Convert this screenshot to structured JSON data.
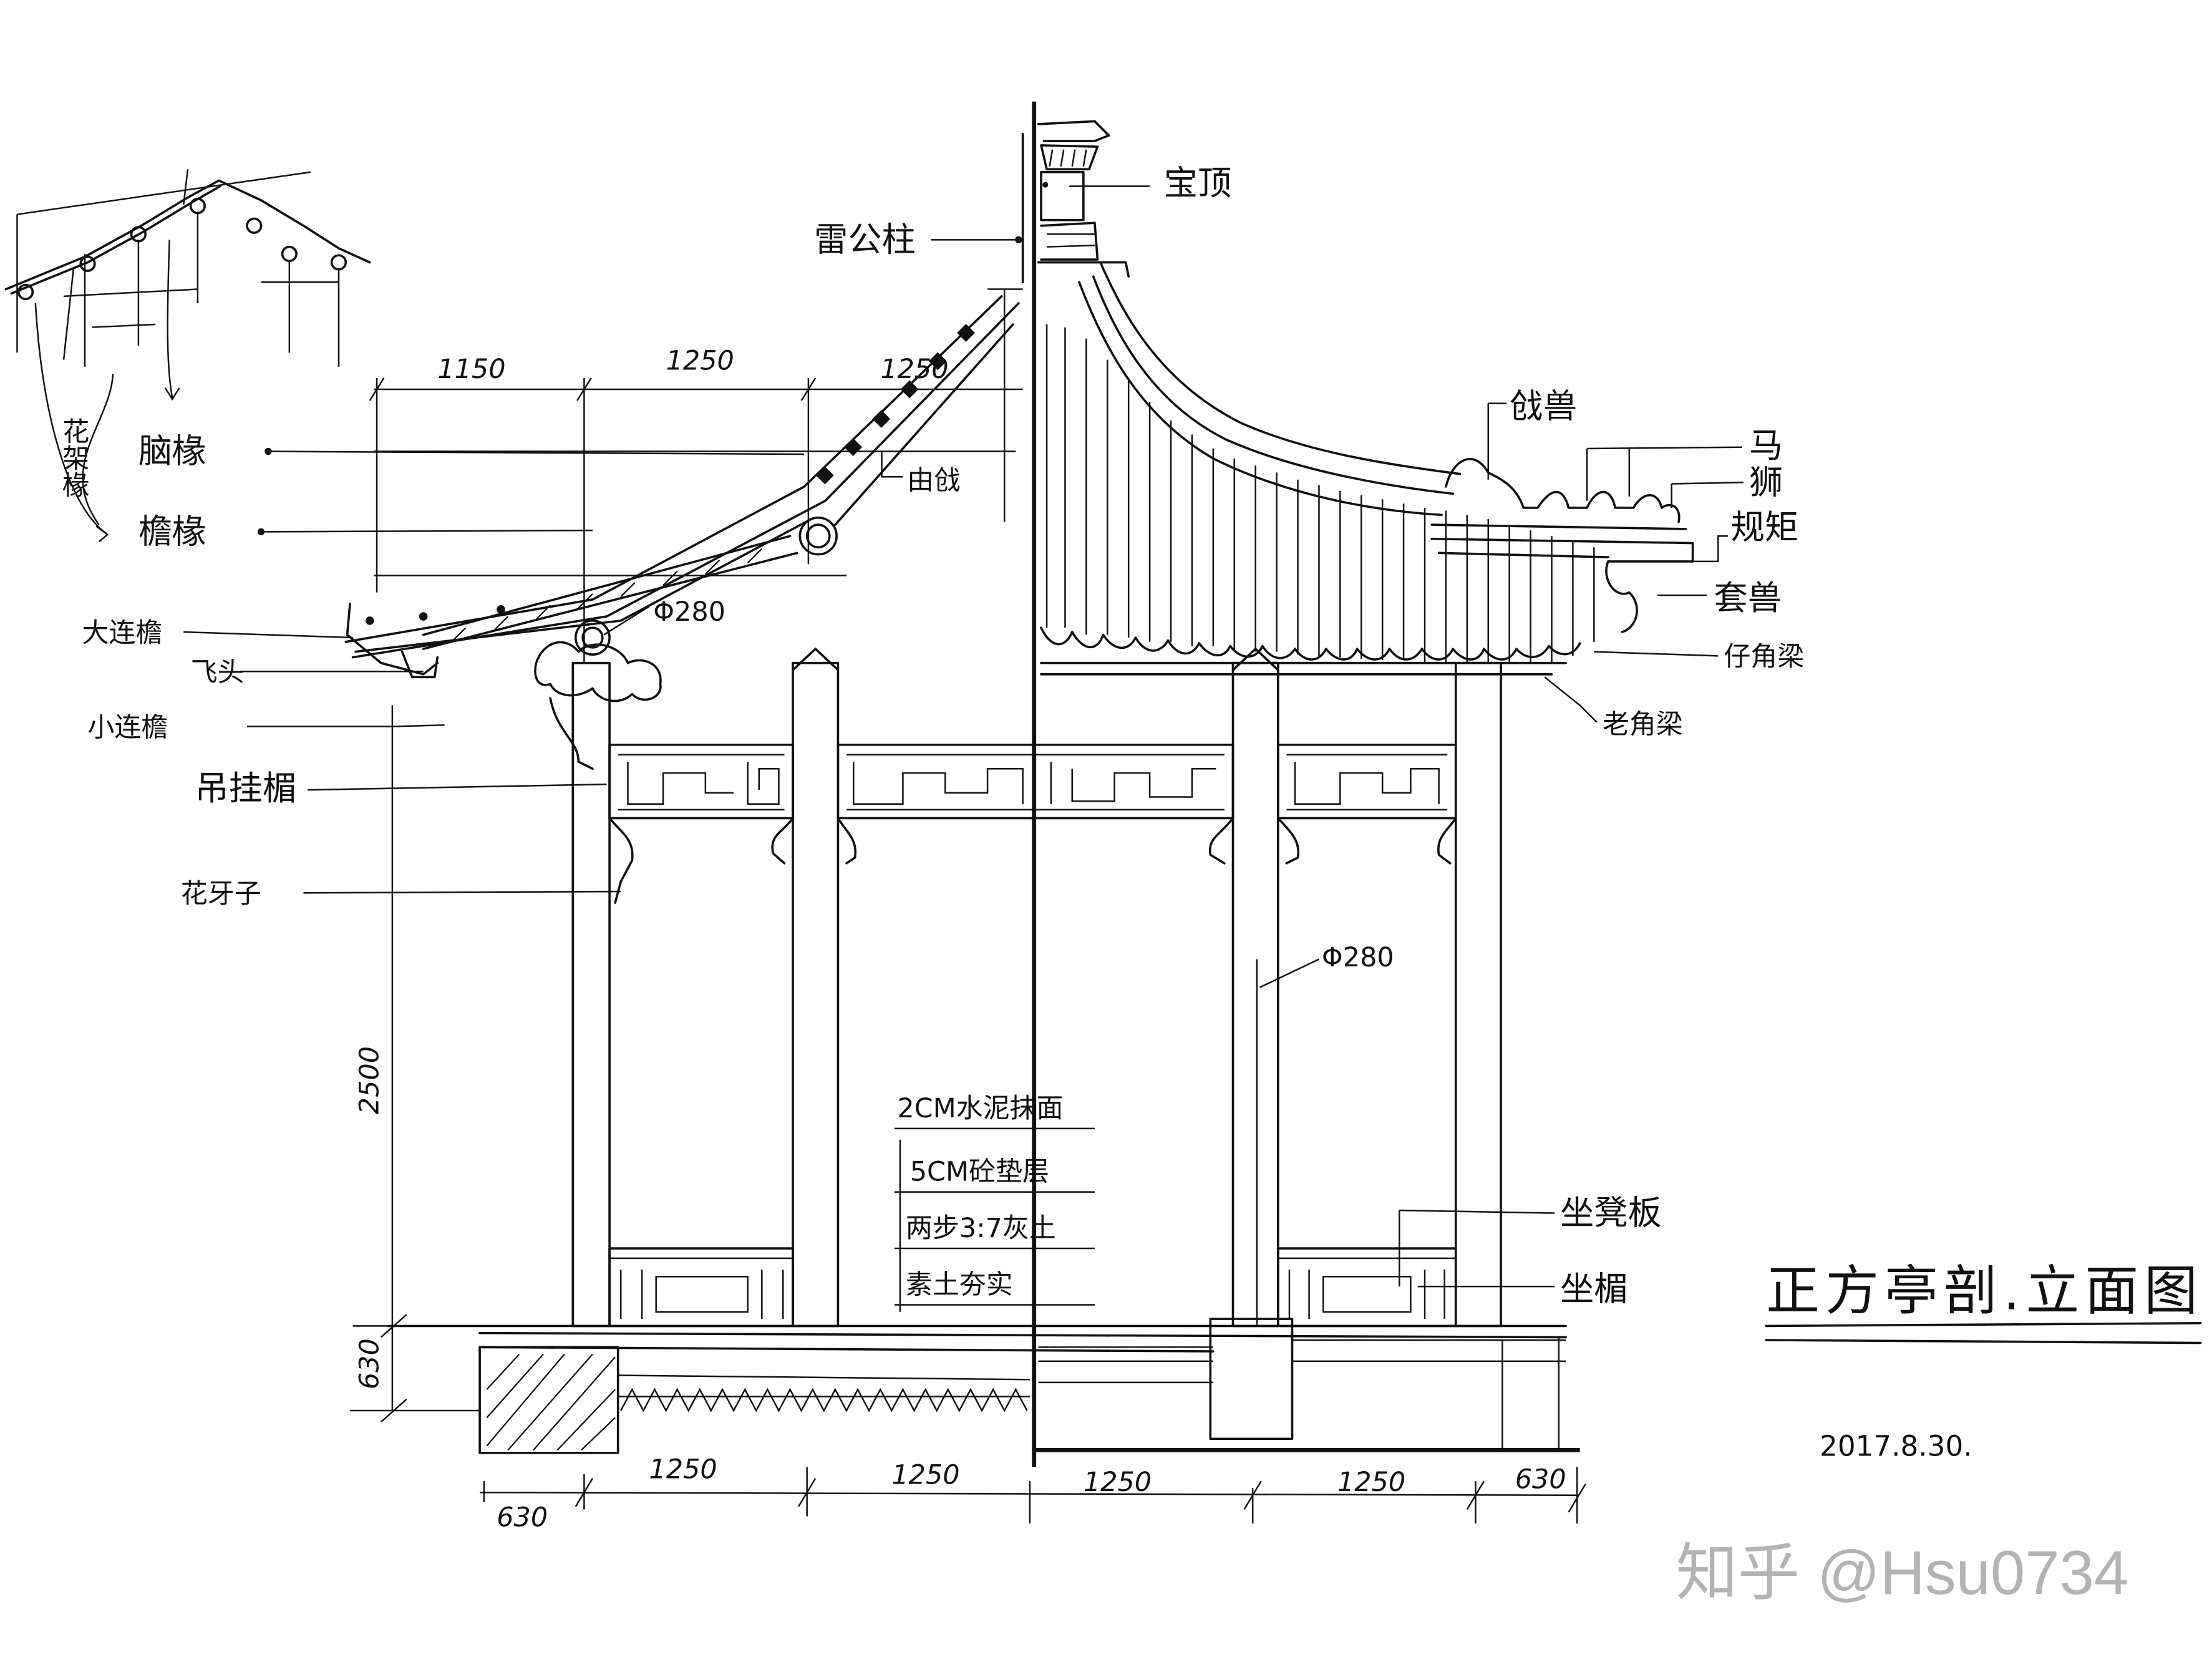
{
  "drawing": {
    "title": "正方亭剖.立面图",
    "date": "2017.8.30.",
    "watermark": "知乎 @Hsu0734",
    "colors": {
      "ink": "#111111",
      "paper": "#ffffff",
      "watermark": "#b3b3b3"
    }
  },
  "labels": {
    "baoding": "宝顶",
    "leigongzhu": "雷公柱",
    "qiangshou": "戗兽",
    "ma": "马",
    "shi": "狮",
    "guiju": "规矩",
    "taoshou": "套兽",
    "zijiaoliang": "仔角梁",
    "laojiaoliang": "老角梁",
    "naochuan": "脑椽",
    "yanchuan": "檐椽",
    "huajiachuan": "花架椽",
    "dalianyan": "大连檐",
    "feitou": "飞头",
    "xiaolianyan": "小连檐",
    "diaoguamei": "吊挂楣",
    "huayazi": "花牙子",
    "youqiang": "由戗",
    "zuodengban": "坐凳板",
    "zuomei": "坐楣",
    "column_dia_upper": "Φ280",
    "column_dia_lower": "Φ280"
  },
  "floor_layers": [
    "2CM水泥抹面",
    "5CM砼垫层",
    "两步3:7灰土",
    "素土夯实"
  ],
  "dimensions": {
    "top": [
      "1150",
      "1250",
      "1250"
    ],
    "bottom": [
      "630",
      "1250",
      "1250",
      "1250",
      "1250",
      "630"
    ],
    "column_height": "2500",
    "base_height": "630"
  }
}
